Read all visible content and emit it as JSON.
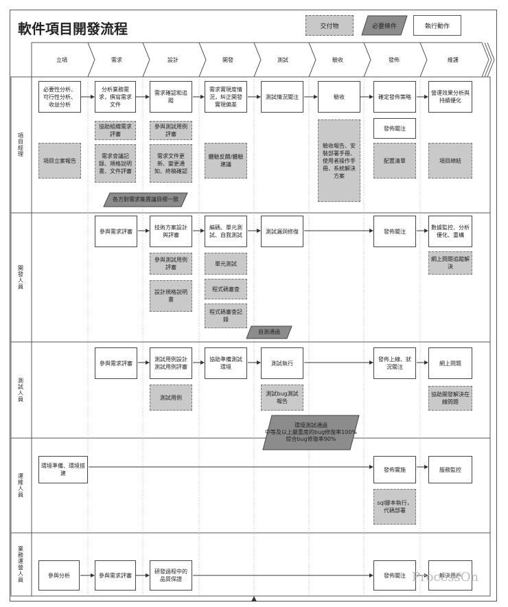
{
  "title": "軟件項目開發流程",
  "legend": {
    "deliverable": "交付物",
    "condition": "必要條件",
    "action": "執行動作"
  },
  "phases": [
    "立項",
    "需求",
    "設計",
    "開發",
    "測試",
    "驗收",
    "發佈",
    "維護"
  ],
  "lanes": [
    "項目經理",
    "開發人員",
    "測試人員",
    "運維人員",
    "業務運營人員"
  ],
  "pm": {
    "lixiang_act": "必要性分析、可行性分析、收益分析",
    "lixiang_del": "項目立案報告",
    "xuqiu_act": "分析業務需求，撰寫需求文件",
    "xuqiu_del1": "協助組織需求評審",
    "xuqiu_del2": "需求會議記錄、規格說明書、文件評審",
    "sheji_act": "需求確認和追蹤",
    "sheji_del1": "參與測試用例評審",
    "sheji_del2": "需求文件更新、變更通知、終稿確認",
    "kaifa_act": "需求實現度情況，糾正開發實現偏差",
    "kaifa_del": "體驗反饋/體驗建議",
    "ceshi_act": "測試情況關注",
    "yanshou_act": "驗收",
    "yanshou_del": "驗收報告、安裝部署手冊、使用者操作手冊、系統解決方案",
    "fabu_act1": "確定發佈策略",
    "fabu_act2": "發佈關注",
    "fabu_del": "配置清單",
    "weihu_act": "營運效果分析與持續優化",
    "weihu_del": "項目總結",
    "condition": "各方對需求集異議目標一致"
  },
  "dev": {
    "xuqiu_act": "參與需求評審",
    "sheji_act": "技術方案設計與評審",
    "sheji_del1": "參與測試用例評審",
    "sheji_del2": "設計規格說明書",
    "kaifa_act": "編碼、單元測試、自我測試",
    "kaifa_del1": "單元測試",
    "kaifa_del2": "程式碼審查",
    "kaifa_del3": "程式碼審查記錄",
    "ceshi_act": "測試漏洞修復",
    "fabu_act": "發佈關注",
    "weihu_act": "數據監控、分析優化、重構",
    "weihu_del": "網上問題追蹤解決",
    "condition": "自測通過"
  },
  "test": {
    "xuqiu_act": "參與需求評審",
    "sheji_act": "測試用例設計 測試用例評審",
    "sheji_del": "測試用例",
    "kaifa_act": "協助準備測試環境",
    "ceshi_act": "測試執行",
    "ceshi_del": "測試bug測試報告",
    "fabu_act": "發佈上線、狀況關注",
    "weihu_act": "網上問題",
    "weihu_del": "協助開發解決在線問題",
    "condition": "環境測試通過\n中等及以上嚴重度的bug修復率100%\n綜合bug修復率90%"
  },
  "ops": {
    "lixiang_act": "環境準備、環境搭建",
    "fabu_act": "發佈實施",
    "fabu_del": "sql腳本執行，代碼部署",
    "weihu_act": "服務監控"
  },
  "biz": {
    "lixiang_act": "參與分析",
    "xuqiu_act": "參與需求評審",
    "sheji_act": "研發過程中的品質保證",
    "fabu_act": "發佈關注",
    "weihu_act": "解決用戶"
  },
  "watermark": "ProcessOn",
  "colors": {
    "deliverable": "#c9c9c9",
    "condition": "#8c8c8c",
    "border": "#444444"
  }
}
